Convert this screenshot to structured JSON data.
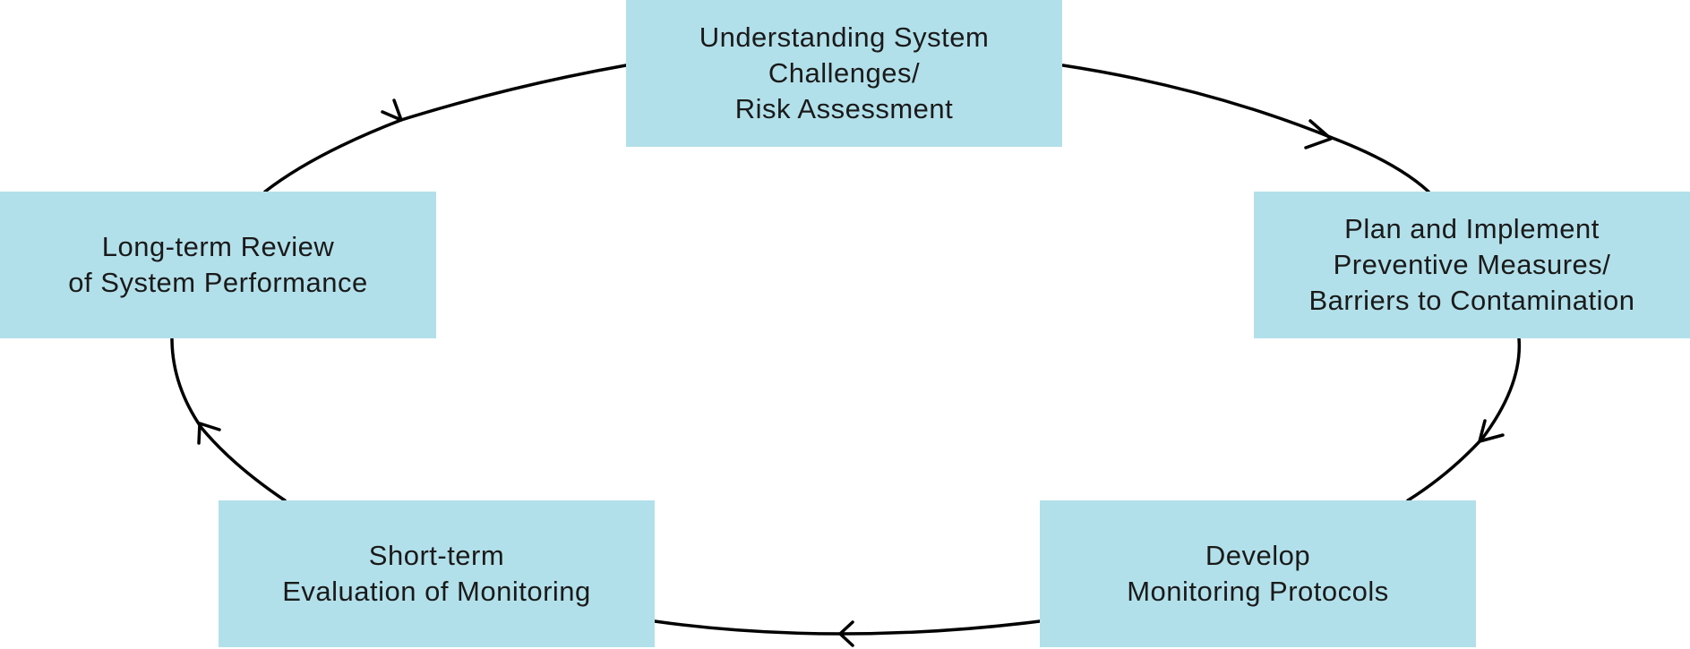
{
  "diagram": {
    "type": "cycle",
    "colors": {
      "box_fill": "#b2e0ea",
      "text": "#1a1a1a",
      "arrow": "#000000"
    },
    "steps": [
      {
        "id": "understanding",
        "lines": [
          "Understanding System",
          "Challenges/",
          "Risk Assessment"
        ]
      },
      {
        "id": "plan",
        "lines": [
          "Plan and Implement",
          "Preventive Measures/",
          "Barriers to Contamination"
        ]
      },
      {
        "id": "develop",
        "lines": [
          "Develop",
          "Monitoring Protocols"
        ]
      },
      {
        "id": "short",
        "lines": [
          "Short-term",
          "Evaluation of Monitoring"
        ]
      },
      {
        "id": "long",
        "lines": [
          "Long-term Review",
          "of System Performance"
        ]
      }
    ],
    "flow": [
      [
        "understanding",
        "plan"
      ],
      [
        "plan",
        "develop"
      ],
      [
        "develop",
        "short"
      ],
      [
        "short",
        "long"
      ],
      [
        "long",
        "understanding"
      ]
    ]
  }
}
